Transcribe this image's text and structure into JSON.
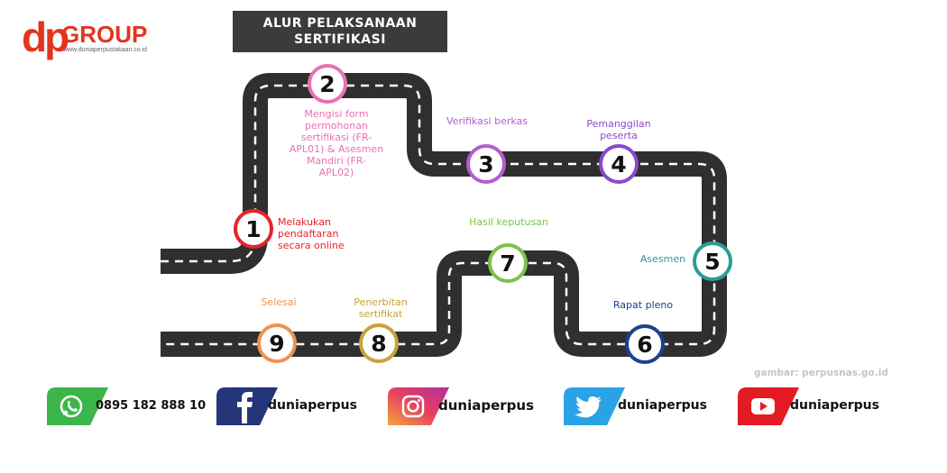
{
  "logo": {
    "brand_mark": "dp",
    "brand_text": "GROUP",
    "site": "www.duniaperpustakaan.co.id",
    "color": "#e2351f"
  },
  "title": {
    "line1": "ALUR PELAKSANAAN",
    "line2": "SERTIFIKASI"
  },
  "road_color": "#2f2f2f",
  "steps": [
    {
      "number": "1",
      "label_lines": [
        "Melakukan",
        "pendaftaran",
        "secara online"
      ],
      "color": "#e5242b"
    },
    {
      "number": "2",
      "label_lines": [
        "Mengisi form",
        "permohonan",
        "sertifikasi (FR-",
        "APL01) & Asesmen",
        "Mandiri (FR-",
        "APL02)"
      ],
      "color": "#e970b5"
    },
    {
      "number": "3",
      "label_lines": [
        "Verifikasi berkas"
      ],
      "color": "#b55bd6"
    },
    {
      "number": "4",
      "label_lines": [
        "Pemanggilan",
        "peserta"
      ],
      "color": "#8b48cf"
    },
    {
      "number": "5",
      "label_lines": [
        "Asesmen"
      ],
      "color": "#2a9d95"
    },
    {
      "number": "6",
      "label_lines": [
        "Rapat pleno"
      ],
      "color": "#1d3f8f"
    },
    {
      "number": "7",
      "label_lines": [
        "Hasil keputusan"
      ],
      "color": "#7ec34b"
    },
    {
      "number": "8",
      "label_lines": [
        "Penerbitan",
        "sertifikat"
      ],
      "color": "#c9a23a"
    },
    {
      "number": "9",
      "label_lines": [
        "Selesai"
      ],
      "color": "#ee9350"
    }
  ],
  "credit": "gambar: perpusnas.go.id",
  "social": [
    {
      "platform": "whatsapp",
      "icon": "whatsapp-icon",
      "handle": "0895 182 888 10",
      "color": "#3cb64a"
    },
    {
      "platform": "facebook",
      "icon": "facebook-icon",
      "handle": "duniaperpus",
      "color": "#24357a"
    },
    {
      "platform": "instagram",
      "icon": "instagram-icon",
      "handle": "duniaperpus",
      "color": "#e4405f"
    },
    {
      "platform": "twitter",
      "icon": "twitter-icon",
      "handle": "duniaperpus",
      "color": "#2aa3e6"
    },
    {
      "platform": "youtube",
      "icon": "youtube-icon",
      "handle": "duniaperpus",
      "color": "#e31b23"
    }
  ]
}
